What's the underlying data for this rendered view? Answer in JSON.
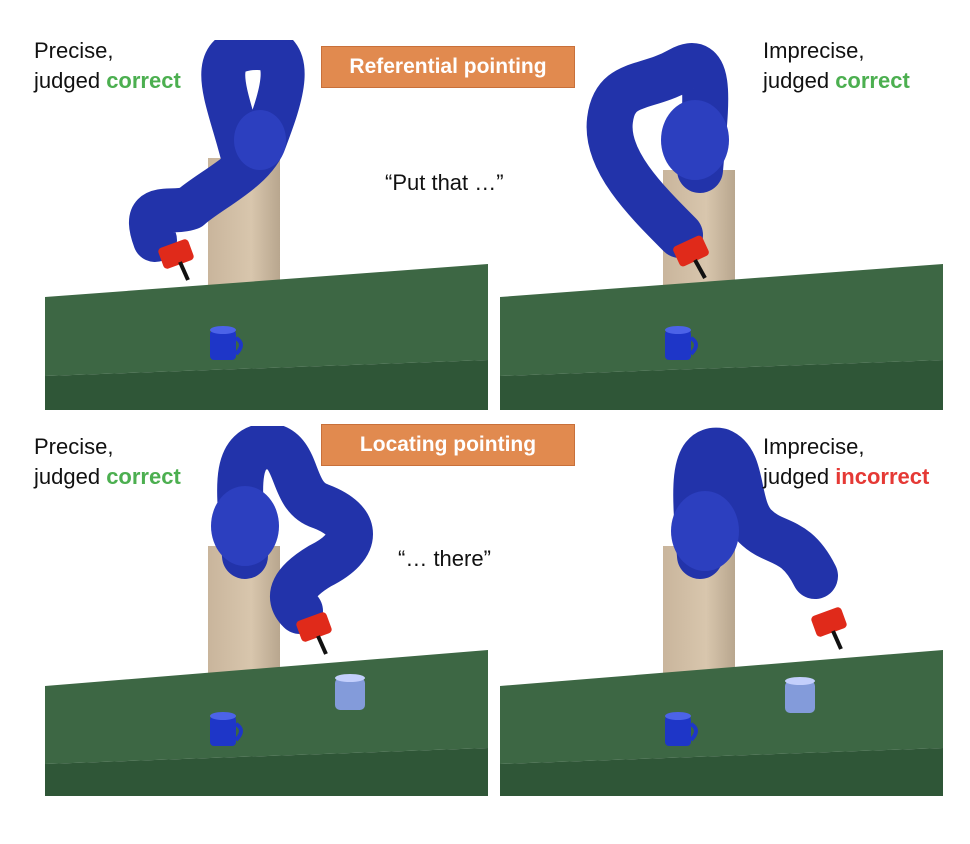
{
  "panels": [
    {
      "line1": "Precise,",
      "line2_prefix": "judged ",
      "verdict": "correct"
    },
    {
      "line1": "Imprecise,",
      "line2_prefix": "judged ",
      "verdict": "correct"
    },
    {
      "line1": "Precise,",
      "line2_prefix": "judged ",
      "verdict": "correct"
    },
    {
      "line1": "Imprecise,",
      "line2_prefix": "judged ",
      "verdict": "incorrect"
    }
  ],
  "banners": {
    "top": "Referential pointing",
    "bottom": "Locating pointing"
  },
  "quotes": {
    "top": "“Put that …”",
    "bottom": "“… there”"
  },
  "colors": {
    "correct": "#4caf50",
    "incorrect": "#e53935",
    "banner": "#e18a4f",
    "table": "#3f6745",
    "robot": "#2233aa",
    "pedestal": "#c8b49a",
    "gripper": "#e02a1a"
  }
}
